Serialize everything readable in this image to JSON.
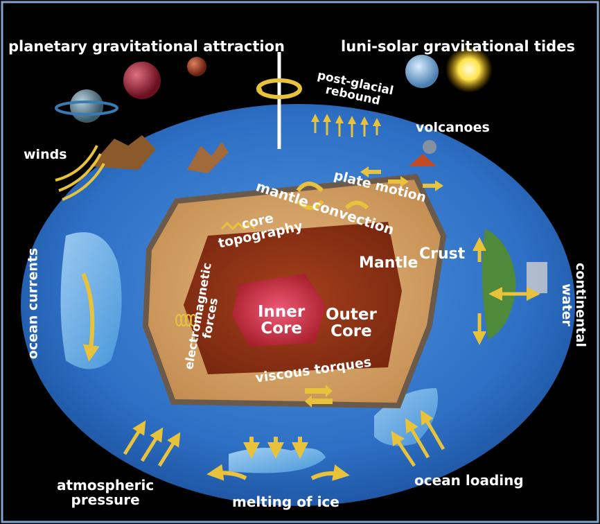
{
  "labels": {
    "planetary": "planetary gravitational attraction",
    "lunisolar": "luni-solar gravitational tides",
    "postglacial": [
      "post-glacial",
      "rebound"
    ],
    "volcanoes": "volcanoes",
    "winds": "winds",
    "plate_motion": "plate motion",
    "mantle_convection": "mantle convection",
    "core_topography": [
      "core",
      "topography"
    ],
    "mantle": "Mantle",
    "crust": "Crust",
    "continental_water": [
      "continental",
      "water"
    ],
    "ocean_currents": "ocean currents",
    "electromagnetic_forces": [
      "electromagnetic",
      "forces"
    ],
    "inner_core": [
      "Inner",
      "Core"
    ],
    "outer_core": [
      "Outer",
      "Core"
    ],
    "viscous_torques": "viscous torques",
    "atmospheric_pressure": [
      "atmospheric",
      "pressure"
    ],
    "melting_of_ice": "melting of ice",
    "ocean_loading": "ocean loading"
  },
  "colors": {
    "background": "#000000",
    "ocean": "#2d6fc4",
    "mantle": "#d9a66a",
    "outer_core": "#8a2f14",
    "inner_core": "#c8283a",
    "arrow": "#e8c23a",
    "text": "#ffffff"
  }
}
